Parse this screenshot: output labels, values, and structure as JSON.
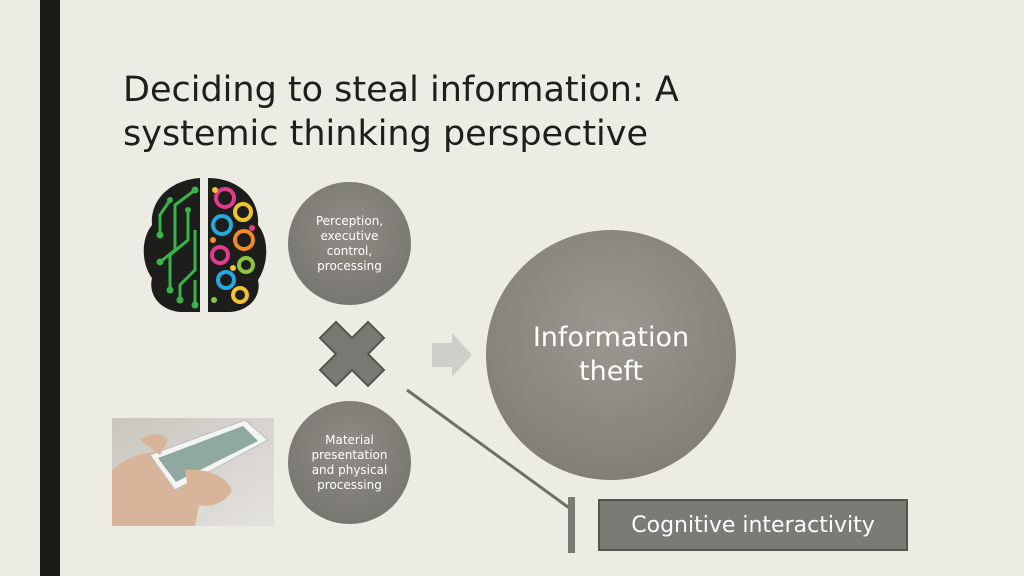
{
  "title": "Deciding to steal information: A systemic thinking perspective",
  "circles": {
    "top": "Perception, executive control, processing",
    "bottom": "Material presentation and physical processing",
    "big": "Information theft"
  },
  "callout": "Cognitive interactivity",
  "icons": {
    "multiply": "multiply-x-icon",
    "arrow": "right-arrow-icon",
    "brain": "brain-illustration",
    "phone": "hands-holding-smartphone-photo"
  },
  "colors": {
    "background": "#ecebe4",
    "accent_bar": "#1b1b16",
    "circle_fill": "#7a7872",
    "text_dark": "#1e1e1e"
  }
}
